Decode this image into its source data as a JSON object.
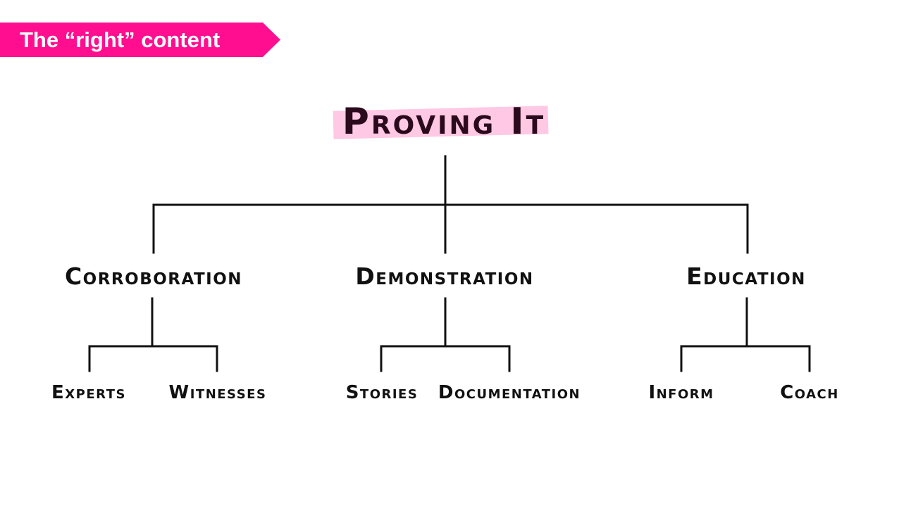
{
  "header": {
    "banner_text": "The “right” content"
  },
  "root": {
    "label": "Proving It"
  },
  "branches": [
    {
      "label": "Corroboration",
      "children": [
        "Experts",
        "Witnesses"
      ]
    },
    {
      "label": "Demonstration",
      "children": [
        "Stories",
        "Documentation"
      ]
    },
    {
      "label": "Education",
      "children": [
        "Inform",
        "Coach"
      ]
    }
  ],
  "colors": {
    "banner": "#ff0f8f",
    "highlight": "#ffc8e4",
    "line": "#111111"
  }
}
